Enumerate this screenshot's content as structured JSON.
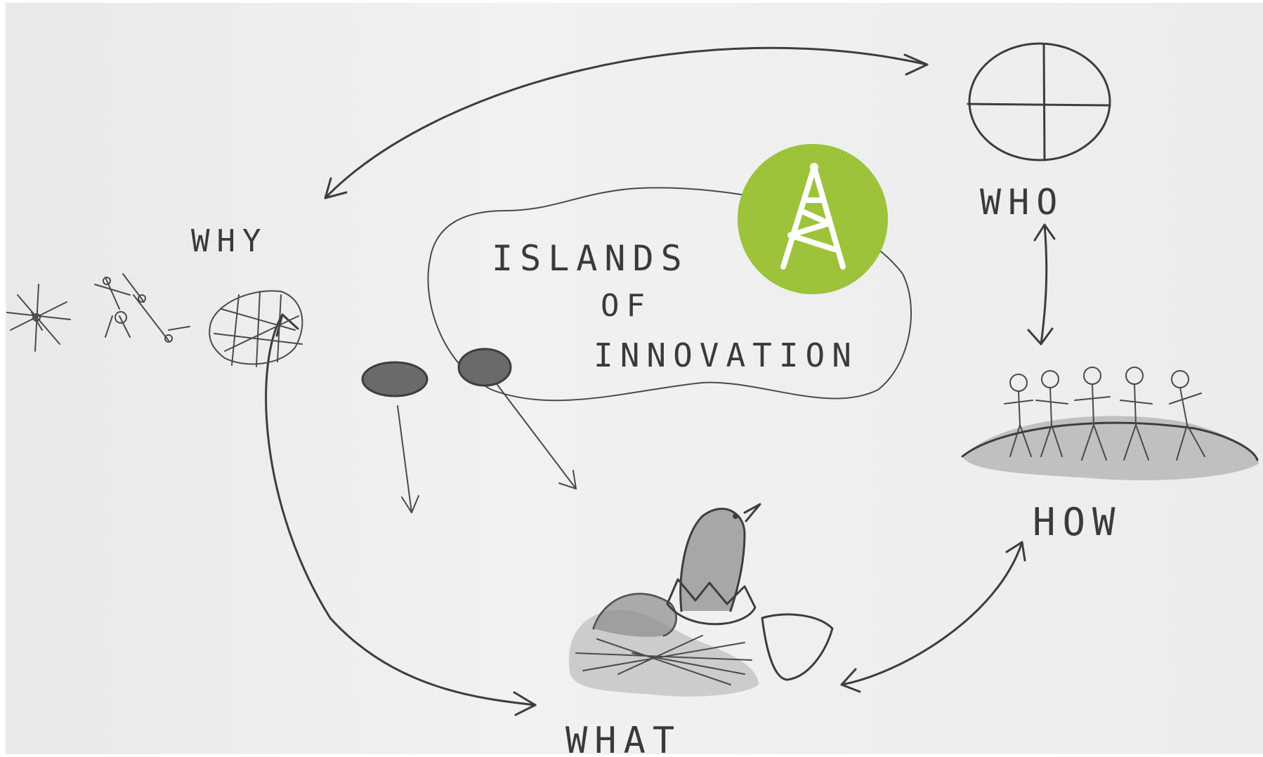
{
  "labels": {
    "why": "WHY",
    "who": "WHO",
    "how": "HOW",
    "what": "WHAT",
    "islands_line1": "ISLANDS",
    "islands_line2": "OF",
    "islands_line3": "INNOVATION"
  },
  "colors": {
    "paper": "#ececec",
    "ink": "#3d3d3d",
    "logo_green": "#9dc33b",
    "logo_mark": "#ffffff"
  },
  "icons": {
    "logo": "tower-icon",
    "who_symbol": "quartered-circle-icon",
    "how_symbol": "people-on-island-icon",
    "what_symbol": "hatching-bird-nest-icon",
    "why_symbol": "network-stars-icon"
  }
}
